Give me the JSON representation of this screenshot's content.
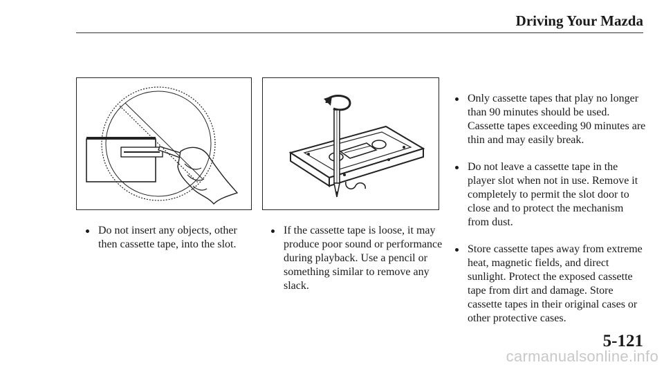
{
  "header": {
    "title": "Driving Your Mazda"
  },
  "figures": [
    {
      "icon": "no-insert-objects-prohibition-icon"
    },
    {
      "icon": "cassette-pencil-slack-icon"
    }
  ],
  "columns": {
    "left": [
      "Do not insert any objects, other then cassette tape, into the slot."
    ],
    "middle": [
      "If the cassette tape is loose, it may produce poor sound or performance during playback. Use a pencil or something similar to remove any slack."
    ],
    "right": [
      "Only cassette tapes that play no longer than 90 minutes should be used. Cassette tapes exceeding 90 minutes are thin and may easily break.",
      "Do not leave a cassette tape in the player slot when not in use. Remove it completely to permit the slot door to close and to protect the mechanism from dust.",
      "Store cassette tapes away from extreme heat, magnetic fields, and direct sunlight. Protect the exposed cassette tape from dirt and damage. Store cassette tapes in their original cases or other protective cases."
    ]
  },
  "page_number": "5-121",
  "watermark": "carmanualsonline.info"
}
